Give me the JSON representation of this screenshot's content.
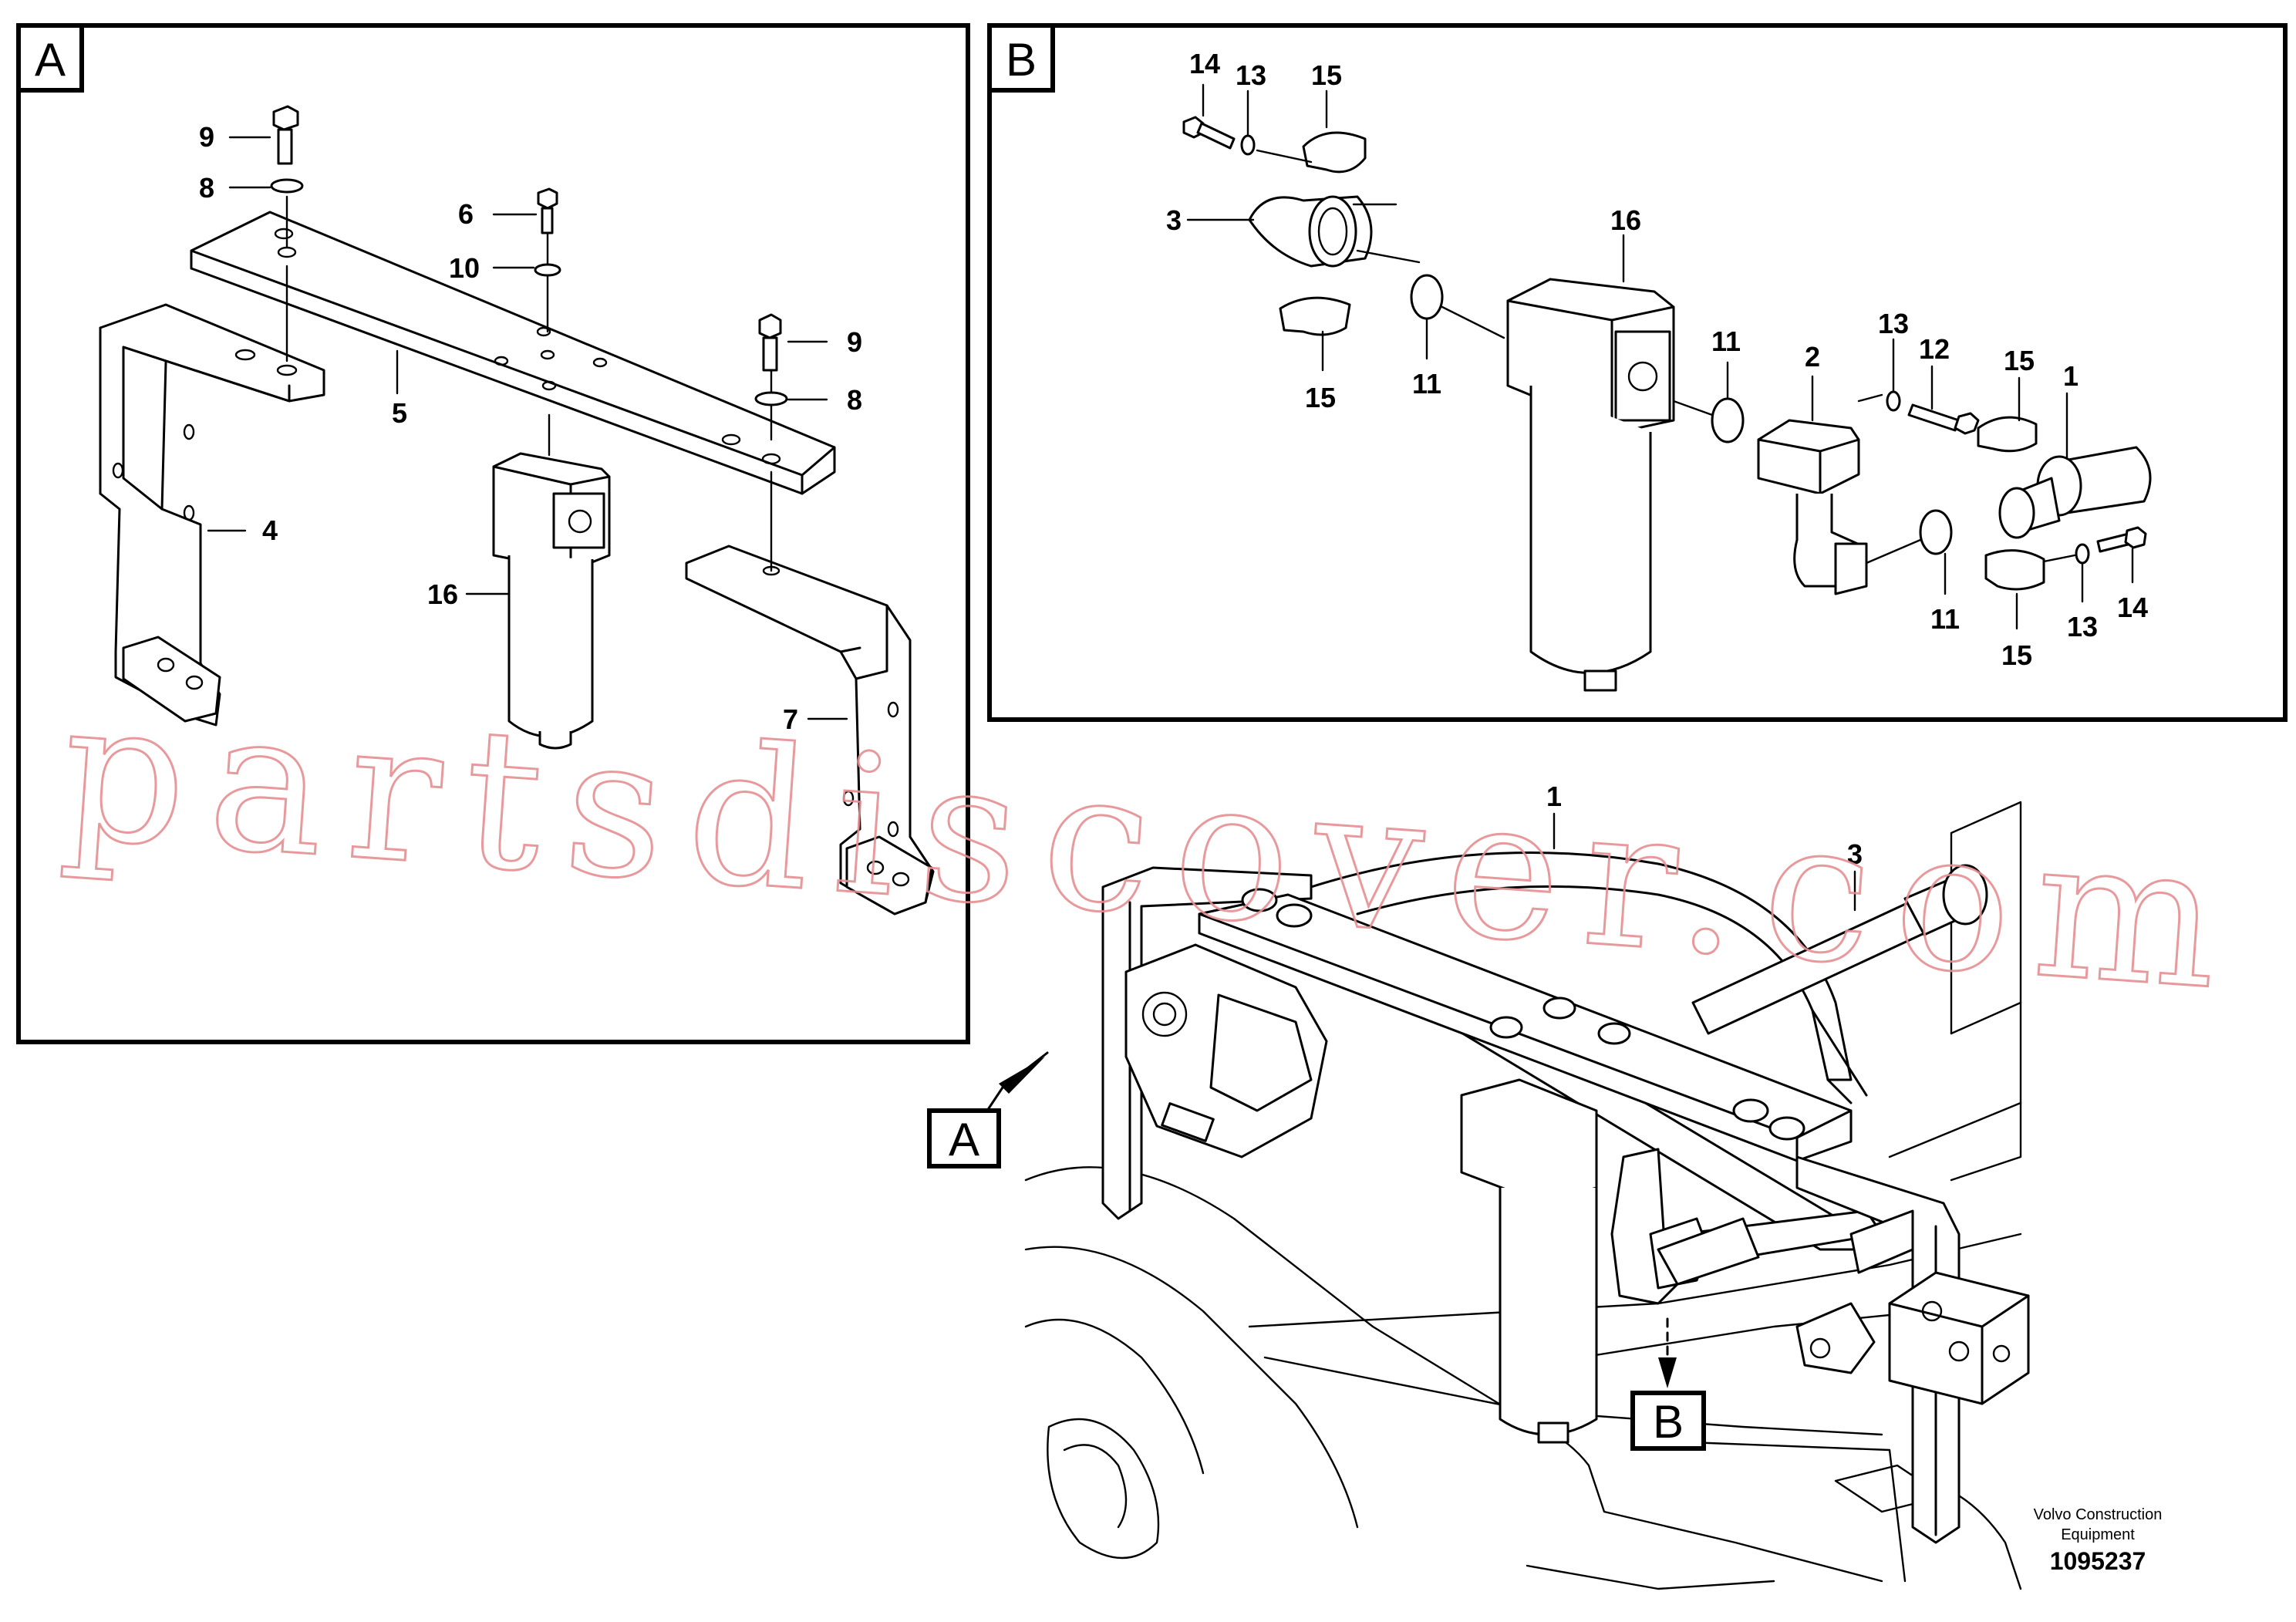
{
  "panels": {
    "a": {
      "label": "A"
    },
    "b": {
      "label": "B"
    }
  },
  "callouts": {
    "a_9_top": "9",
    "a_8_top": "8",
    "a_6": "6",
    "a_10": "10",
    "a_9_right": "9",
    "a_8_right": "8",
    "a_5": "5",
    "a_4": "4",
    "a_16": "16",
    "a_7": "7",
    "b_14_top": "14",
    "b_13_top": "13",
    "b_15_top": "15",
    "b_3": "3",
    "b_16": "16",
    "b_15_left": "15",
    "b_11_left": "11",
    "b_11_mid": "11",
    "b_2": "2",
    "b_13_mid": "13",
    "b_12": "12",
    "b_15_right": "15",
    "b_1": "1",
    "b_11_low": "11",
    "b_15_low": "15",
    "b_13_low": "13",
    "b_14_low": "14",
    "main_1": "1",
    "main_3": "3"
  },
  "view_markers": {
    "a": "A",
    "b": "B"
  },
  "footer": {
    "company_line1": "Volvo Construction",
    "company_line2": "Equipment",
    "drawing_number": "1095237"
  },
  "watermark": {
    "text": "partsdiscover.com",
    "color": "#e58f92"
  }
}
